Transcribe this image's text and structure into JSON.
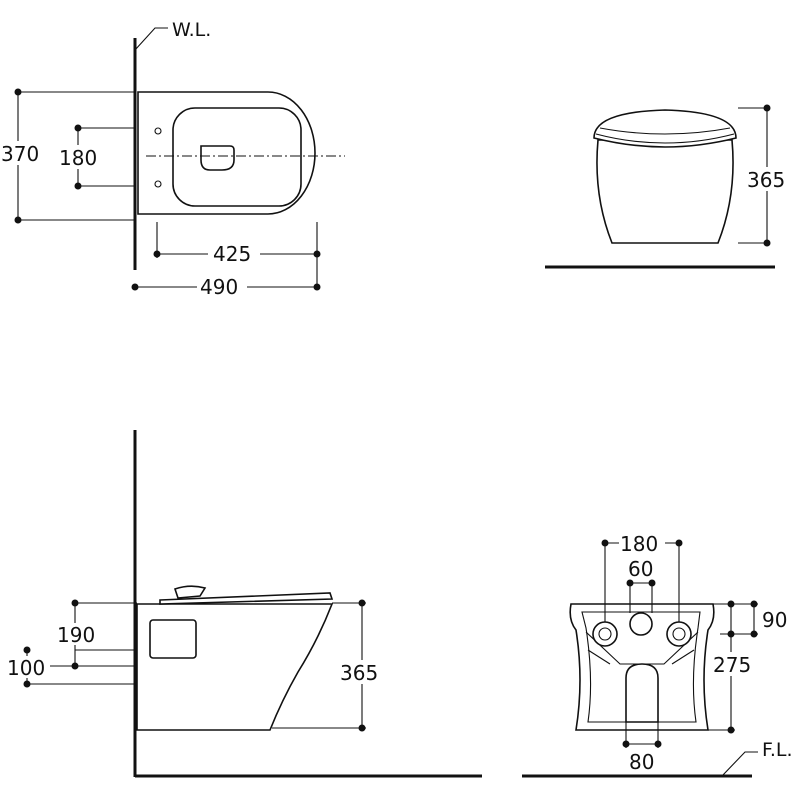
{
  "labels": {
    "wall_level": "W.L.",
    "floor_level": "F.L."
  },
  "plan_view": {
    "dim_depth_total": "370",
    "dim_fixing_spacing": "180",
    "dim_length_bowl": "425",
    "dim_length_total": "490"
  },
  "front_view": {
    "dim_height": "365"
  },
  "side_view": {
    "dim_190": "190",
    "dim_100": "100",
    "dim_height": "365"
  },
  "rear_view": {
    "dim_fixing_spacing": "180",
    "dim_inlet_width": "60",
    "dim_top_offset": "90",
    "dim_height": "275",
    "dim_outlet_width": "80"
  }
}
